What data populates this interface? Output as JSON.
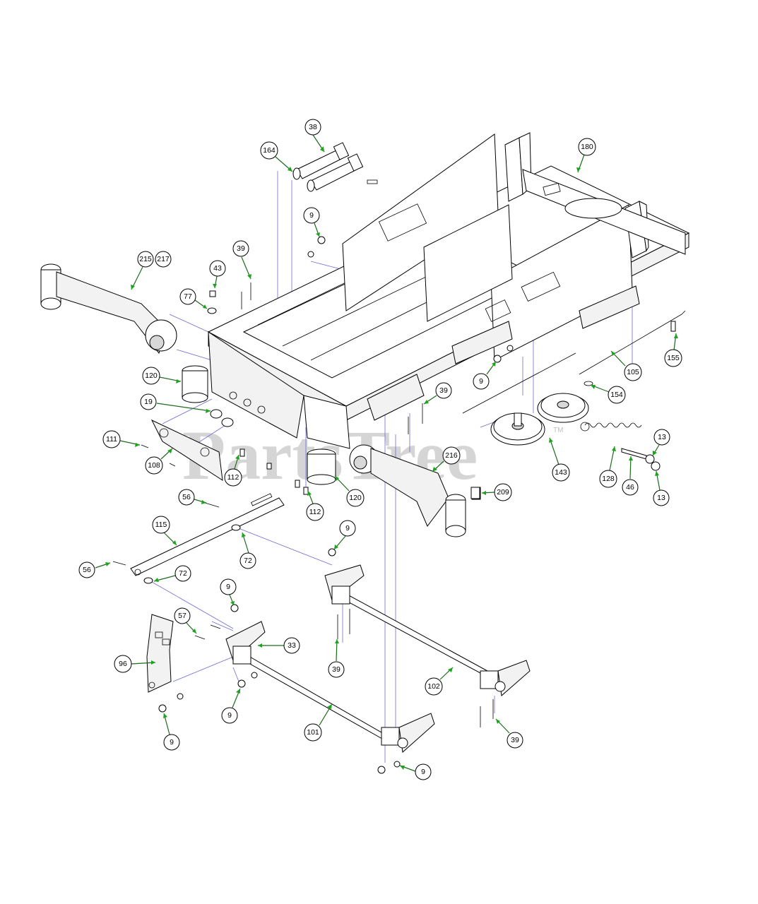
{
  "watermark": "PartsTree",
  "trademark": "TM",
  "colors": {
    "leader": "#1d6b1d",
    "arrow": "#1fa31f",
    "guide": "#6b6bd6"
  },
  "callouts": [
    {
      "label": "38"
    },
    {
      "label": "164"
    },
    {
      "label": "180"
    },
    {
      "label": "9"
    },
    {
      "label": "39"
    },
    {
      "label": "43"
    },
    {
      "label": "77"
    },
    {
      "label": "215"
    },
    {
      "label": "217"
    },
    {
      "label": "120"
    },
    {
      "label": "19"
    },
    {
      "label": "111"
    },
    {
      "label": "108"
    },
    {
      "label": "112"
    },
    {
      "label": "120"
    },
    {
      "label": "112"
    },
    {
      "label": "9"
    },
    {
      "label": "39"
    },
    {
      "label": "105"
    },
    {
      "label": "155"
    },
    {
      "label": "154"
    },
    {
      "label": "143"
    },
    {
      "label": "128"
    },
    {
      "label": "46"
    },
    {
      "label": "13"
    },
    {
      "label": "13"
    },
    {
      "label": "216"
    },
    {
      "label": "209"
    },
    {
      "label": "56"
    },
    {
      "label": "115"
    },
    {
      "label": "9"
    },
    {
      "label": "72"
    },
    {
      "label": "56"
    },
    {
      "label": "72"
    },
    {
      "label": "9"
    },
    {
      "label": "57"
    },
    {
      "label": "33"
    },
    {
      "label": "96"
    },
    {
      "label": "39"
    },
    {
      "label": "102"
    },
    {
      "label": "9"
    },
    {
      "label": "101"
    },
    {
      "label": "39"
    },
    {
      "label": "9"
    },
    {
      "label": "9"
    }
  ]
}
